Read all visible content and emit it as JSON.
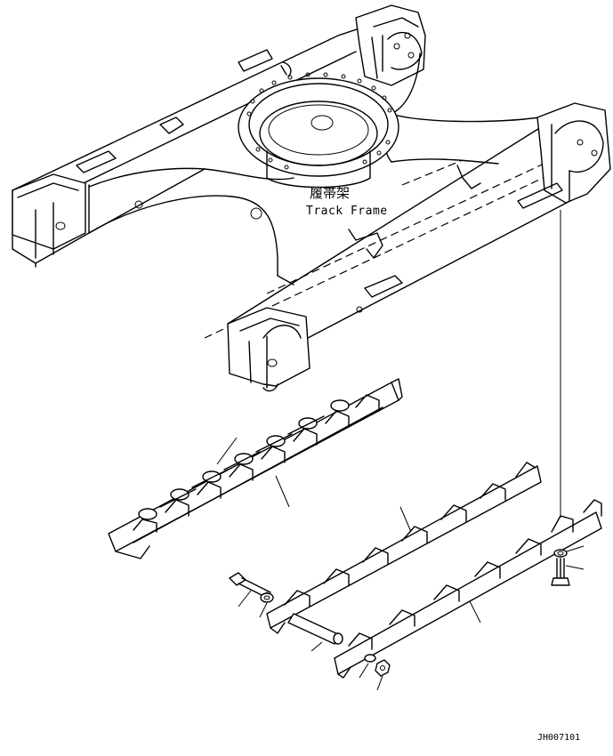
{
  "diagram": {
    "label_jp": "履帯架",
    "label_en": "Track Frame",
    "drawing_code": "JH007101"
  }
}
